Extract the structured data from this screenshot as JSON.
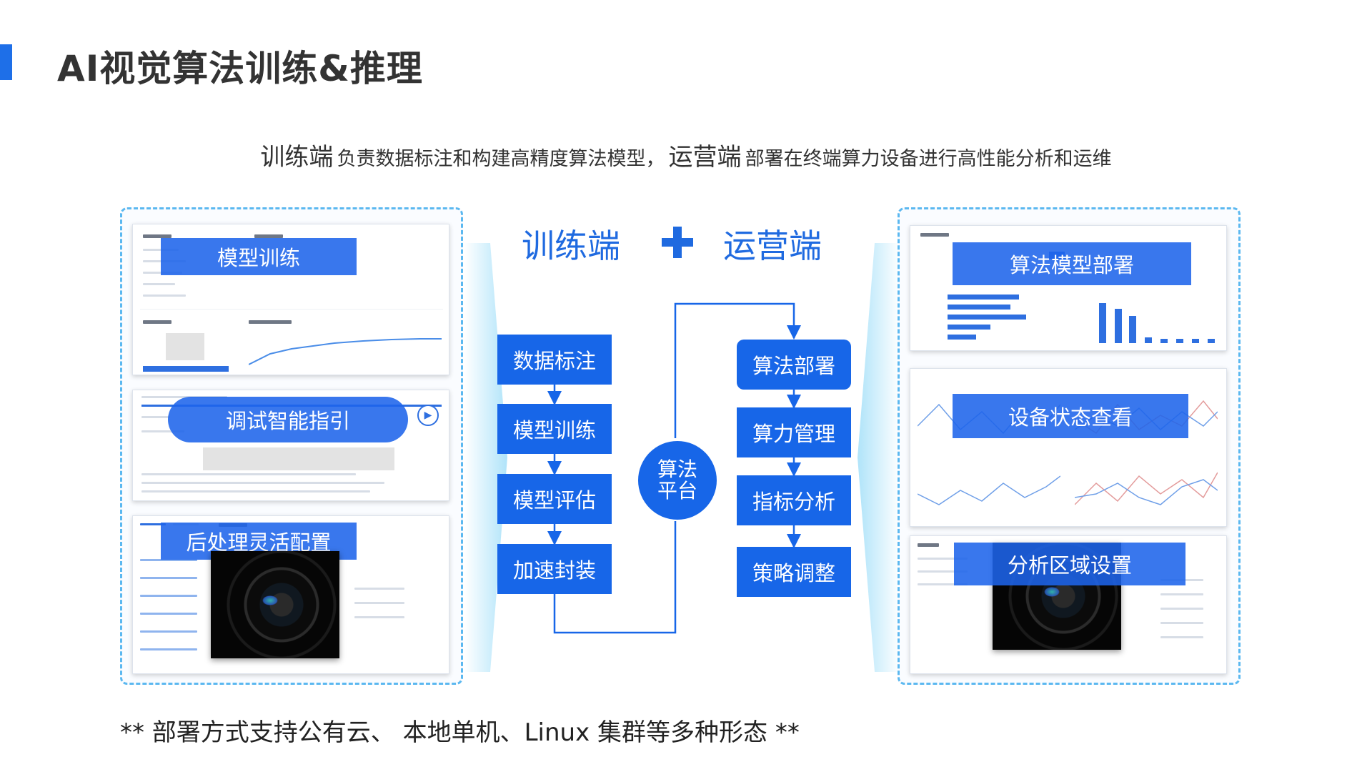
{
  "header": {
    "title": "AI视觉算法训练&推理"
  },
  "subtitle": {
    "train_term": "训练端",
    "train_desc": "负责数据标注和构建高精度算法模型，",
    "ops_term": "运营端",
    "ops_desc": "部署在终端算力设备进行高性能分析和运维"
  },
  "center": {
    "train_label": "训练端",
    "ops_label": "运营端",
    "platform_line1": "算法",
    "platform_line2": "平台",
    "train_steps": [
      "数据标注",
      "模型训练",
      "模型评估",
      "加速封装"
    ],
    "ops_steps": [
      "算法部署",
      "算力管理",
      "指标分析",
      "策略调整"
    ]
  },
  "left_panel": {
    "features": [
      "模型训练",
      "调试智能指引",
      "后处理灵活配置"
    ]
  },
  "right_panel": {
    "features": [
      "算法模型部署",
      "设备状态查看",
      "分析区域设置"
    ]
  },
  "footer": {
    "note": "** 部署方式支持公有云、 本地单机、Linux 集群等多种形态 **"
  },
  "colors": {
    "accent": "#1e6fe8",
    "box": "#1766e8",
    "panel_border": "#5bb8f0"
  }
}
